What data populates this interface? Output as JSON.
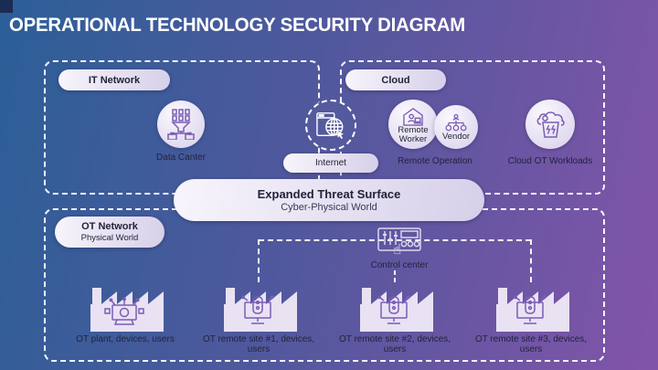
{
  "slide": {
    "title": "OPERATIONAL TECHNOLOGY SECURITY DIAGRAM"
  },
  "colors": {
    "bg_left": "#2b5f97",
    "bg_mid": "#51589d",
    "bg_right": "#8254a9",
    "navy": "#1c2b52",
    "icon_purple": "#7b5db4",
    "text_dark": "#232339",
    "pill_light": "#f8f5fc",
    "pill_shade": "#d6cfe9",
    "dash_white": "#ffffff"
  },
  "it_network": {
    "label": "IT Network",
    "data_center": {
      "label": "Data Canter"
    }
  },
  "internet": {
    "label": "Internet"
  },
  "cloud": {
    "label": "Cloud",
    "remote_worker_label": "Remote Worker",
    "vendor_label": "Vendor",
    "remote_operation_label": "Remote Operation",
    "workloads_label": "Cloud OT Workloads"
  },
  "threat_surface": {
    "title": "Expanded Threat Surface",
    "subtitle": "Cyber-Physical World"
  },
  "ot_network": {
    "label": "OT Network",
    "sublabel": "Physical World",
    "control_center_label": "Control center",
    "sites": [
      {
        "label": "OT plant, devices, users"
      },
      {
        "label": "OT remote site #1, devices, users"
      },
      {
        "label": "OT remote site #2, devices, users"
      },
      {
        "label": "OT remote site #3, devices, users"
      }
    ]
  }
}
